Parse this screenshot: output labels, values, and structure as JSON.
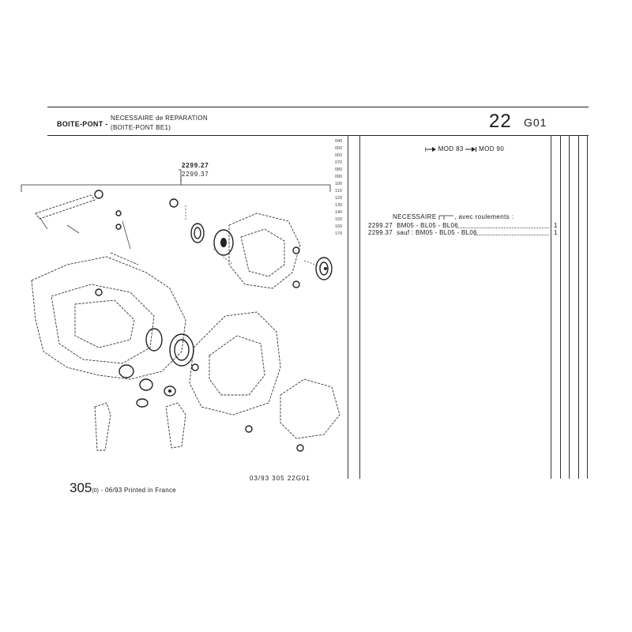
{
  "header": {
    "section_name": "BOITE-PONT -",
    "subtitle_line1": "NECESSAIRE de REPARATION",
    "subtitle_line2": "(BOITE-PONT BE1)",
    "group_number": "22",
    "page_code": "G01"
  },
  "row_codes": [
    "040",
    "050",
    "060",
    "070",
    "080",
    "090",
    "100",
    "110",
    "120",
    "130",
    "140",
    "150",
    "160",
    "170"
  ],
  "diagram": {
    "ref_primary": "2299.27",
    "ref_secondary": "2299.37"
  },
  "applicability": {
    "from_label": "MOD 83",
    "to_label": "MOD 90"
  },
  "kit": {
    "title_prefix": "NECESSAIRE",
    "title_suffix": ", avec roulements :"
  },
  "parts": [
    {
      "ref": "2299.27",
      "desc": "BM05 - BL05 - BL06",
      "qty": "1"
    },
    {
      "ref": "2299.37",
      "desc": "sauf : BM05 - BL05 - BL06",
      "qty": "1"
    }
  ],
  "footer": {
    "doc_ref": "03/93  305  22G01",
    "model": "305",
    "model_sup": "(0)",
    "print_info": " - 06/93 Printed in France"
  }
}
